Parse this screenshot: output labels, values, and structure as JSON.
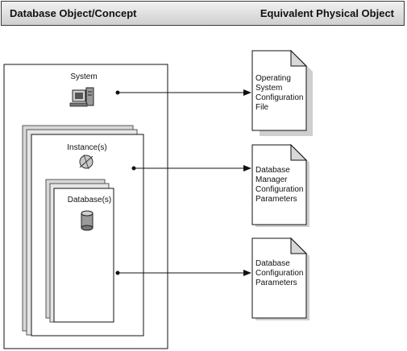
{
  "header": {
    "left_title": "Database Object/Concept",
    "right_title": "Equivalent Physical Object"
  },
  "concepts": {
    "system": "System",
    "instance": "Instance(s)",
    "database": "Database(s)"
  },
  "documents": {
    "os_config": [
      "Operating",
      "System",
      "Configuration",
      "File"
    ],
    "dbm_config": [
      "Database",
      "Manager",
      "Configuration",
      "Parameters"
    ],
    "db_config": [
      "Database",
      "Configuration",
      "Parameters"
    ]
  },
  "icons": {
    "system": "computer-icon",
    "instance": "instance-sphere-icon",
    "database": "database-cylinder-icon"
  }
}
